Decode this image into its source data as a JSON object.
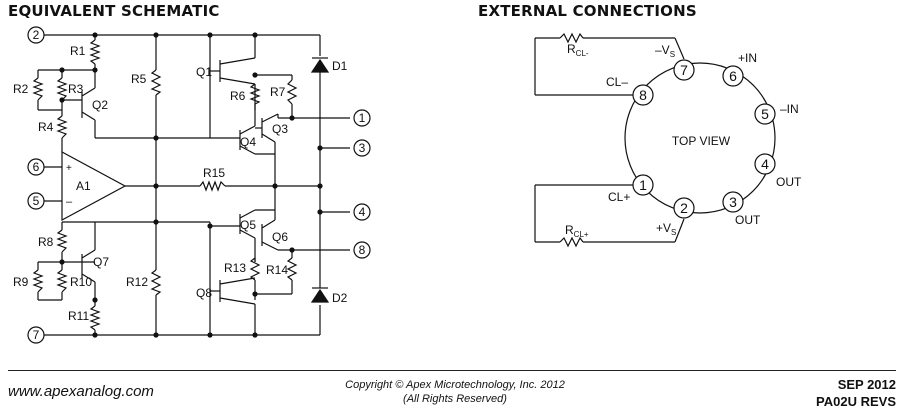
{
  "left_title": "EQUIVALENT SCHEMATIC",
  "right_title": "EXTERNAL CONNECTIONS",
  "schematic": {
    "pins": [
      "2",
      "6",
      "5",
      "7",
      "1",
      "3",
      "4",
      "8"
    ],
    "plus_sign": "+",
    "minus_sign": "–",
    "amp": "A1",
    "resistors": [
      "R1",
      "R2",
      "R3",
      "R4",
      "R5",
      "R6",
      "R7",
      "R8",
      "R9",
      "R10",
      "R11",
      "R12",
      "R13",
      "R14",
      "R15"
    ],
    "transistors": [
      "Q1",
      "Q2",
      "Q3",
      "Q4",
      "Q5",
      "Q6",
      "Q7",
      "Q8"
    ],
    "diodes": [
      "D1",
      "D2"
    ]
  },
  "connections": {
    "center_label": "TOP VIEW",
    "pins": [
      "1",
      "2",
      "3",
      "4",
      "5",
      "6",
      "7",
      "8"
    ],
    "labels": {
      "neg_supply": "–V",
      "pos_in": "+IN",
      "neg_in": "–IN",
      "out_a": "OUT",
      "out_b": "OUT",
      "pos_supply": "+V",
      "supply_sub": "S",
      "cl_minus": "CL–",
      "cl_plus": "CL+",
      "rcl_r": "R",
      "rcl_minus_sub": "CL-",
      "rcl_plus_sub": "CL+"
    }
  },
  "footer": {
    "website": "www.apexanalog.com",
    "copyright": "Copyright © Apex Microtechnology, Inc. 2012",
    "rights": "(All Rights Reserved)",
    "date": "SEP 2012",
    "rev": "PA02U REVS"
  }
}
